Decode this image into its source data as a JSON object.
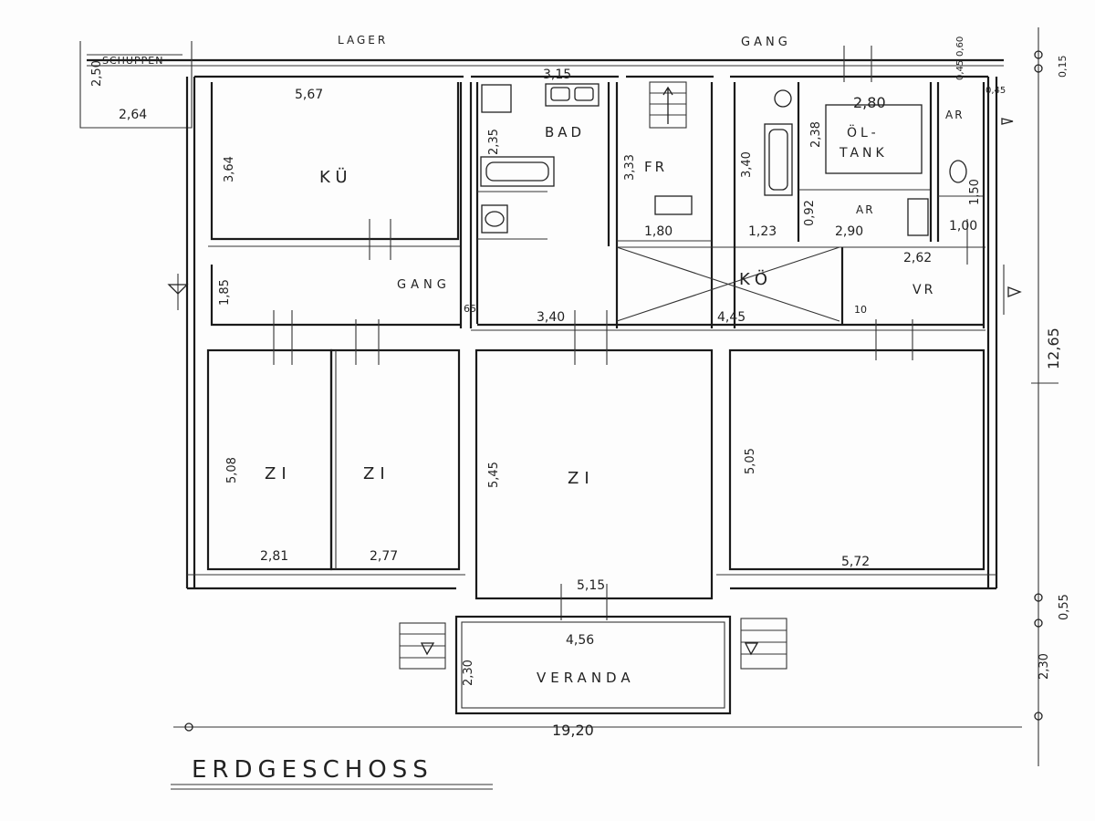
{
  "title": "ERDGESCHOSS",
  "labels": {
    "lager": "LAGER",
    "gang_top": "GANG",
    "schuppen": "SCHUPPEN",
    "kueche": "KÜ",
    "bad": "BAD",
    "fr": "FR",
    "oeltank_1": "ÖL-",
    "oeltank_2": "TANK",
    "ar_top": "AR",
    "ar_mid": "AR",
    "gang_mid": "GANG",
    "koe": "KÖ",
    "vr": "VR",
    "zi_1": "ZI",
    "zi_2": "ZI",
    "zi_3": "ZI",
    "veranda": "VERANDA"
  },
  "dims": {
    "d_567": "5,67",
    "d_315": "3,15",
    "d_280": "2,80",
    "d_264": "2,64",
    "d_250": "2,50",
    "d_364": "3,64",
    "d_235": "2,35",
    "d_333": "3,33",
    "d_340v": "3,40",
    "d_238": "2,38",
    "d_180": "1,80",
    "d_123": "1,23",
    "d_290": "2,90",
    "d_092": "0,92",
    "d_100": "1,00",
    "d_262": "2,62",
    "d_150": "1,50",
    "d_185": "1,85",
    "d_340h": "3,40",
    "d_445": "4,45",
    "d_065": "65",
    "d_010": "10",
    "d_508": "5,08",
    "d_545": "5,45",
    "d_505": "5,05",
    "d_281": "2,81",
    "d_277": "2,77",
    "d_572": "5,72",
    "d_515": "5,15",
    "d_456": "4,56",
    "d_230a": "2,30",
    "d_1920": "19,20",
    "d_1265": "12,65",
    "d_055": "0,55",
    "d_230b": "2,30",
    "d_015": "0,15",
    "d_060": "0,60",
    "d_045a": "0,45",
    "d_045b": "0,45"
  }
}
